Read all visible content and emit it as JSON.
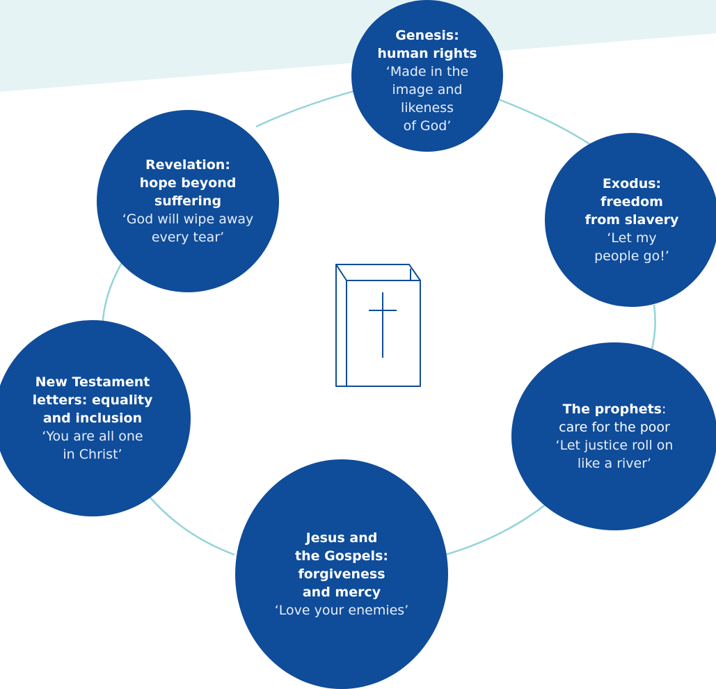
{
  "colors": {
    "circle": "#0f4c9a",
    "connector": "#93d4da",
    "banner": "#e6f3f5",
    "book_stroke": "#0f4c9a",
    "text": "#ffffff"
  },
  "center_icon": {
    "name": "bible-icon"
  },
  "nodes": [
    {
      "id": "genesis",
      "title": "Genesis:\nhuman rights",
      "quote": "‘Made in the\nimage and\nlikeness\nof God’"
    },
    {
      "id": "exodus",
      "title": "Exodus:\nfreedom\nfrom slavery",
      "quote": "‘Let my\npeople go!’"
    },
    {
      "id": "prophets",
      "title": "The prophets",
      "title_suffix": ":\ncare for the poor",
      "quote": "‘Let justice roll on\nlike a river’"
    },
    {
      "id": "gospels",
      "title": "Jesus and\nthe Gospels:\nforgiveness\nand mercy",
      "quote": "‘Love your enemies’"
    },
    {
      "id": "letters",
      "title": "New Testament\nletters: equality\nand inclusion",
      "quote": "‘You are all one\nin Christ’"
    },
    {
      "id": "revelation",
      "title": "Revelation:\nhope beyond\nsuffering",
      "quote": "‘God will wipe away\nevery tear’"
    }
  ]
}
